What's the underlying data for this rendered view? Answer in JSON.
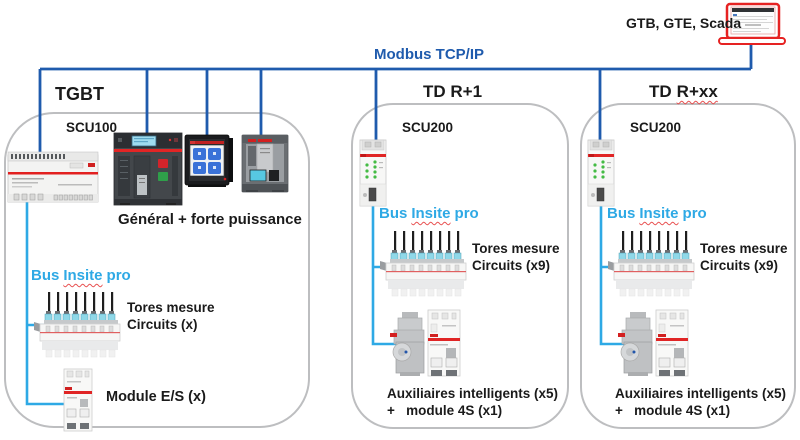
{
  "diagram": {
    "scada_label": "GTB, GTE, Scada",
    "network_label": "Modbus TCP/IP"
  },
  "icons": {
    "scada": "laptop-icon",
    "tgbt_devices": [
      "din-controller-icon",
      "air-circuit-breaker-icon",
      "panel-meter-icon",
      "molded-case-breaker-icon"
    ],
    "feeder_devices": [
      "breaker-row-with-sensors-icon",
      "auxiliary-contact-icon",
      "din-module-icon"
    ]
  },
  "colors": {
    "modbus_blue": "#1f5bad",
    "insite_blue": "#2ea9e5",
    "abb_red": "#e02525",
    "laptop_red": "#e62222",
    "panel_border": "#bdbec0",
    "text": "#1a1a1a"
  },
  "panels": {
    "tgbt": {
      "title": "TGBT",
      "title_misspelled": "",
      "controller_label": "SCU100",
      "group_label": "Général + forte puissance",
      "bus_label": {
        "word1": "Bus",
        "word2": "Insite",
        "word3": "pro"
      },
      "tores_line1": "Tores mesure",
      "tores_line2": "Circuits (x)",
      "bottom_line1": "Module E/S (x)",
      "bottom_line2": ""
    },
    "td_r1": {
      "title": "TD R+1",
      "title_misspelled": "",
      "controller_label": "SCU200",
      "bus_label": {
        "word1": "Bus",
        "word2": "Insite",
        "word3": "pro"
      },
      "tores_line1": "Tores mesure",
      "tores_line2": "Circuits (x9)",
      "bottom_line1": "Auxiliaires intelligents (x5)",
      "bottom_line2": "+   module 4S (x1)"
    },
    "td_rxx": {
      "title": "TD",
      "title_misspelled": "R+xx",
      "controller_label": "SCU200",
      "bus_label": {
        "word1": "Bus",
        "word2": "Insite",
        "word3": "pro"
      },
      "tores_line1": "Tores mesure",
      "tores_line2": "Circuits (x9)",
      "bottom_line1": "Auxiliaires intelligents (x5)",
      "bottom_line2": "+   module 4S (x1)"
    }
  }
}
